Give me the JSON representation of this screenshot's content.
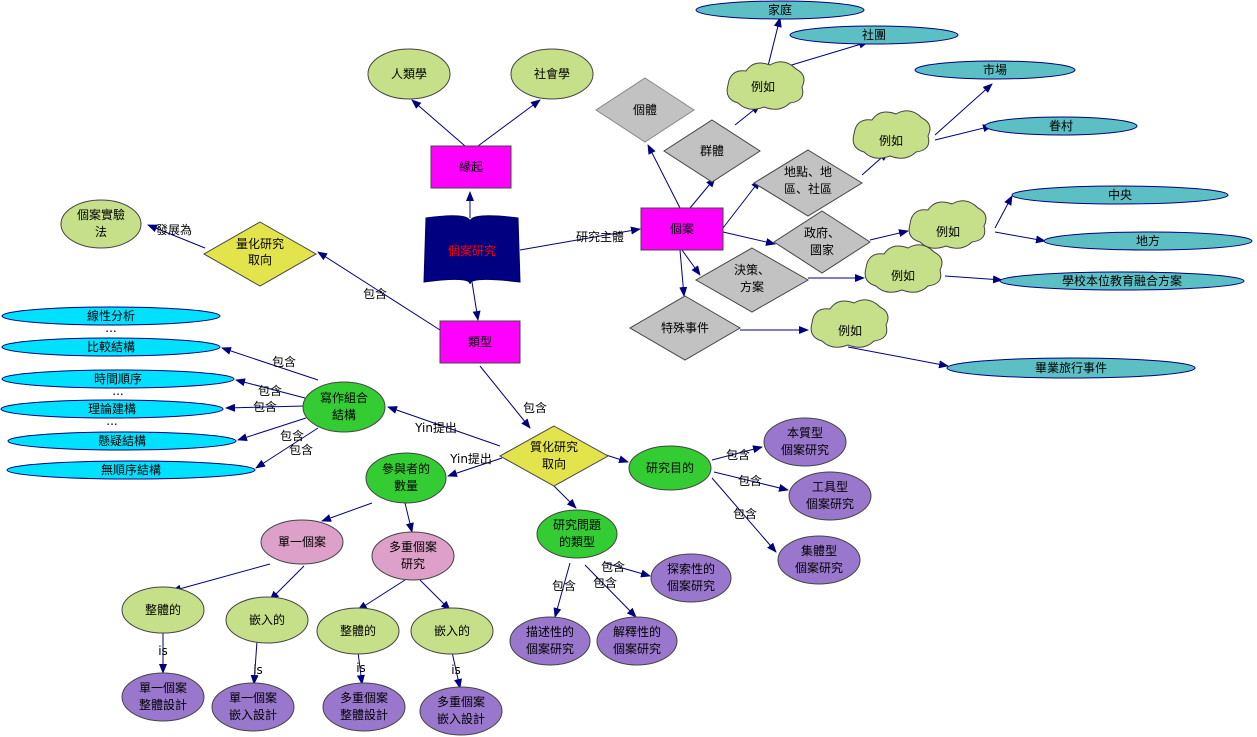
{
  "colors": {
    "magenta": "#ff00ff",
    "navy": "#000080",
    "yellow": "#e3e34c",
    "grey": "#c2c2c2",
    "green": "#33cc33",
    "lightgreen": "#c6e08a",
    "purple": "#9977cc",
    "pink": "#dda0c8",
    "teal": "#5bbfc4",
    "cyan": "#00e0ff",
    "line": "#000080",
    "center_text": "#ff0000"
  },
  "nodes": {
    "center": "個案研究",
    "origin": "緣起",
    "anthropology": "人類學",
    "sociology": "社會學",
    "types": "類型",
    "quant": [
      "量化研究",
      "取向"
    ],
    "experiment": [
      "個案實驗",
      "法"
    ],
    "develop_to": "發展為",
    "case": "個案",
    "individual": "個體",
    "group": "群體",
    "group_eg": "例如",
    "family": "家庭",
    "community": "社團",
    "place": [
      "地點、地",
      "區、社區"
    ],
    "place_eg": "例如",
    "market": "市場",
    "village": "眷村",
    "gov": [
      "政府、",
      "國家"
    ],
    "gov_eg": "例如",
    "central": "中央",
    "local": "地方",
    "policy": [
      "決策、",
      "方案"
    ],
    "policy_eg": "例如",
    "school_plan": "學校本位教育融合方案",
    "special": "特殊事件",
    "special_eg": "例如",
    "trip": "畢業旅行事件",
    "qual": [
      "質化研究",
      "取向"
    ],
    "writing": [
      "寫作組合",
      "結構"
    ],
    "linear": "線性分析",
    "compare": "比較結構",
    "time": "時間順序",
    "theory": "理論建構",
    "suspense": "懸疑結構",
    "noorder": "無順序結構",
    "dots": "...",
    "purpose": "研究目的",
    "intrinsic": [
      "本質型",
      "個案研究"
    ],
    "instrumental": [
      "工具型",
      "個案研究"
    ],
    "collective": [
      "集體型",
      "個案研究"
    ],
    "question_type": [
      "研究問題",
      "的類型"
    ],
    "exploratory": [
      "探索性的",
      "個案研究"
    ],
    "descriptive": [
      "描述性的",
      "個案研究"
    ],
    "explanatory": [
      "解釋性的",
      "個案研究"
    ],
    "participants": [
      "參與者的",
      "數量"
    ],
    "single": "單一個案",
    "multiple": [
      "多重個案",
      "研究"
    ],
    "holistic1": "整體的",
    "embedded1": "嵌入的",
    "holistic2": "整體的",
    "embedded2": "嵌入的",
    "single_holistic": [
      "單一個案",
      "整體設計"
    ],
    "single_embedded": [
      "單一個案",
      "嵌入設計"
    ],
    "multi_holistic": [
      "多重個案",
      "整體設計"
    ],
    "multi_embedded": [
      "多重個案",
      "嵌入設計"
    ]
  },
  "edge_labels": {
    "research_subject": "研究主體",
    "contains": "包含",
    "yin": "Yin提出",
    "is": "is"
  }
}
